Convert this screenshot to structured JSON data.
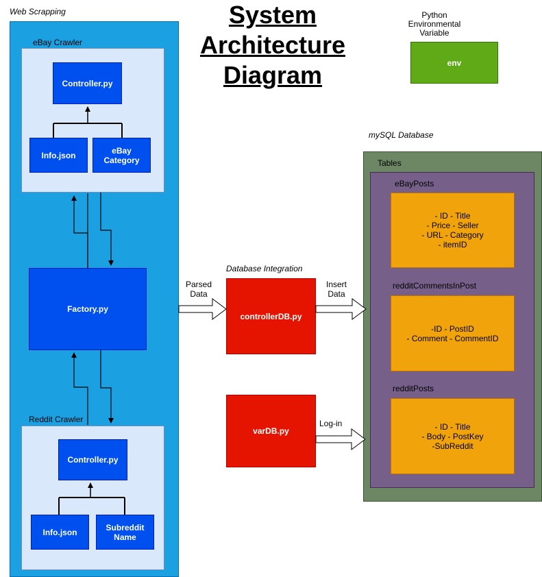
{
  "title": {
    "line1": "System",
    "line2": "Architecture",
    "line3": "Diagram"
  },
  "env_section": {
    "label": "Python\nEnvironmental\nVariable",
    "box": "env"
  },
  "web_scrapping": {
    "label": "Web Scrapping",
    "ebay_crawler": {
      "label": "eBay Crawler",
      "controller": "Controller.py",
      "info": "Info.json",
      "category": "eBay Category"
    },
    "factory": "Factory.py",
    "reddit_crawler": {
      "label": "Reddit Crawler",
      "controller": "Controller.py",
      "info": "Info.json",
      "subreddit": "Subreddit\nName"
    }
  },
  "db_integration": {
    "label": "Database Integration",
    "controller_db": "controllerDB.py",
    "var_db": "varDB.py"
  },
  "arrows": {
    "parsed_data": "Parsed\nData",
    "insert_data": "Insert\nData",
    "login": "Log-in"
  },
  "mysql": {
    "label": "mySQL Database",
    "tables_label": "Tables",
    "ebay_posts": {
      "label": "eBayPosts",
      "fields": "- ID - Title\n- Price - Seller\n- URL - Category\n- itemID"
    },
    "reddit_comments": {
      "label": "redditCommentsInPost",
      "fields": "-ID - PostID\n- Comment - CommentID"
    },
    "reddit_posts": {
      "label": "redditPosts",
      "fields": "- ID - Title\n- Body - PostKey\n-SubReddit"
    }
  },
  "colors": {
    "web_scrapping_bg": "#1ba1e2",
    "crawler_bg": "#dae8fc",
    "mysql_bg": "#6d8764",
    "tables_bg": "#76608a"
  }
}
